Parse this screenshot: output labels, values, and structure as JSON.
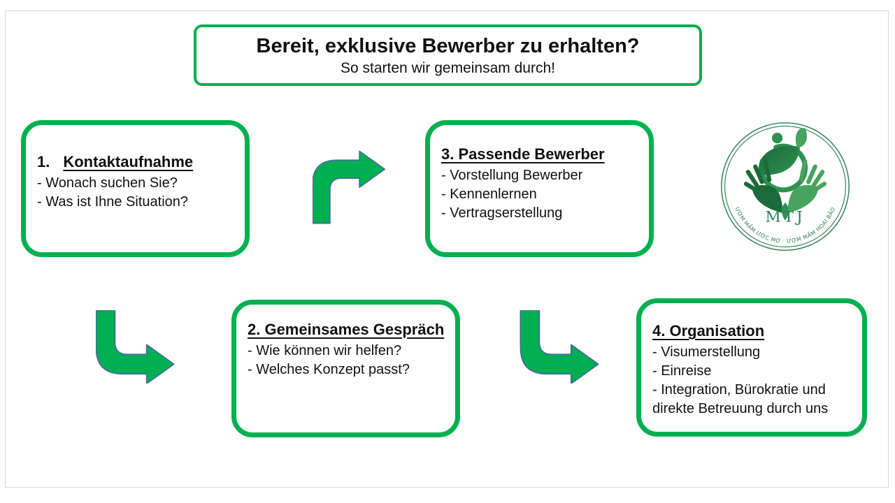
{
  "header": {
    "title": "Bereit, exklusive Bewerber zu erhalten?",
    "subtitle": "So starten wir gemeinsam durch!"
  },
  "steps": [
    {
      "prefix": "1.",
      "heading": "Kontaktaufnahme",
      "items": [
        "- Wonach suchen Sie?",
        "- Was ist Ihne Situation?"
      ]
    },
    {
      "prefix": "",
      "heading": "2. Gemeinsames Gespräch",
      "items": [
        "- Wie können wir helfen?",
        "- Welches Konzept passt?"
      ]
    },
    {
      "prefix": "",
      "heading": "3. Passende Bewerber",
      "items": [
        "- Vorstellung Bewerber",
        "- Kennenlernen",
        "- Vertragserstellung"
      ]
    },
    {
      "prefix": "",
      "heading": "4. Organisation",
      "items": [
        "- Visumerstellung",
        "- Einreise",
        "- Integration, Bürokratie und direkte Betreuung durch uns"
      ]
    }
  ],
  "logo": {
    "monogram": "MTJ",
    "tagline": "ƯƠM MẦM ƯỚC MƠ · ƯƠM MẦM HOÀI BÃO"
  },
  "colors": {
    "green": "#00B050",
    "arrowOutline": "#41719C",
    "logoGreen": "#2E7D55",
    "frameGray": "#D6D6D6"
  }
}
